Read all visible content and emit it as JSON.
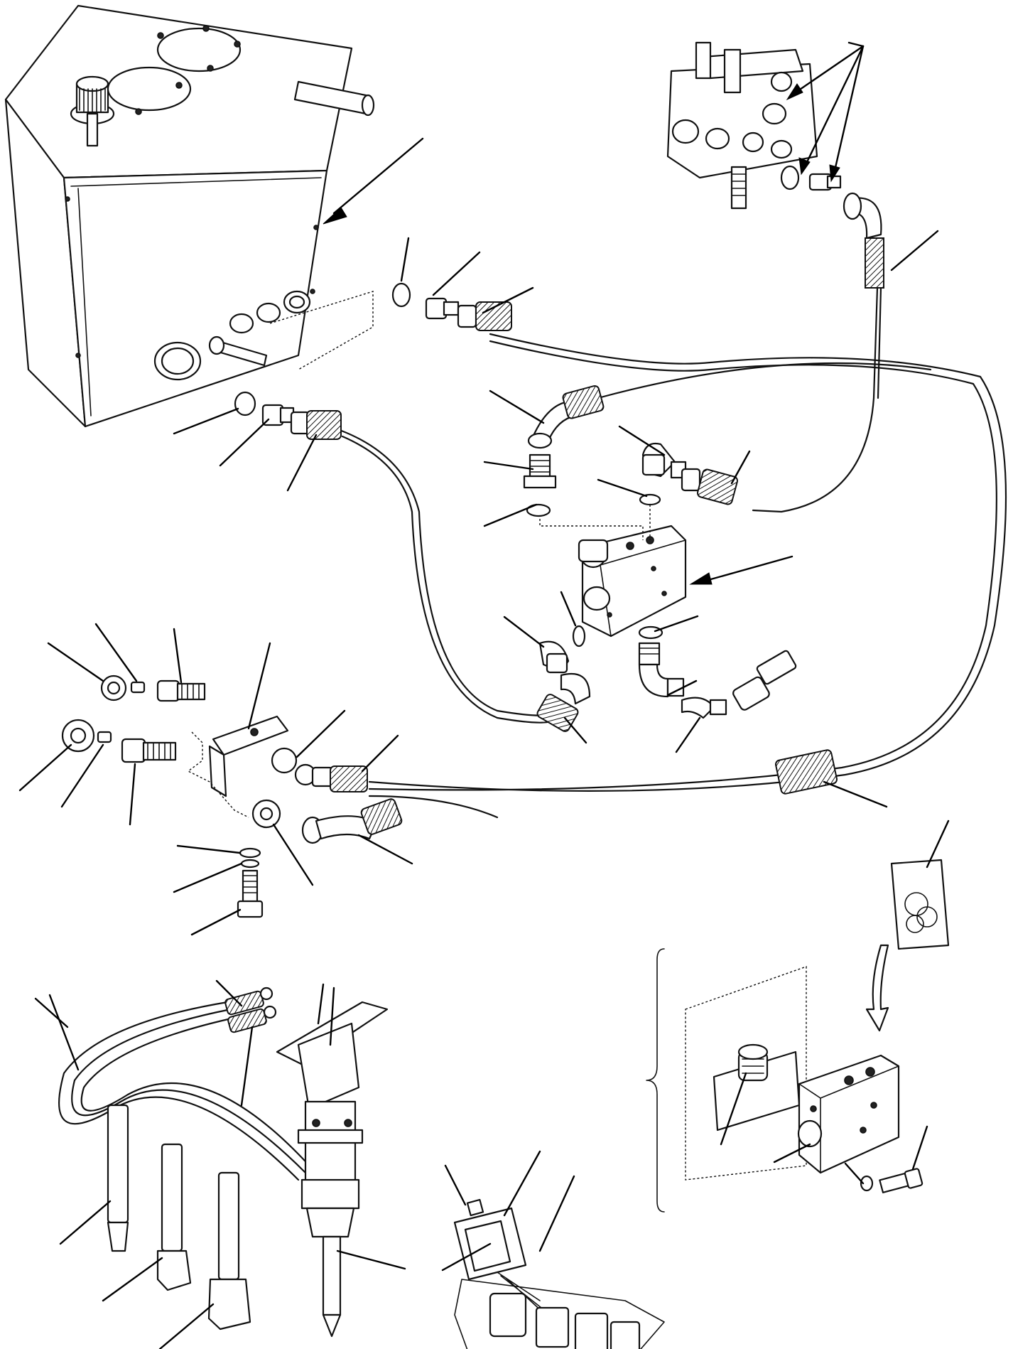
{
  "diagram": {
    "kind": "exploded parts illustration",
    "text_labels": [],
    "components": [
      {
        "name": "hydraulic-oil-tank"
      },
      {
        "name": "control-valve-bank"
      },
      {
        "name": "selector-valve-block"
      },
      {
        "name": "mounting-bracket"
      },
      {
        "name": "hydraulic-breaker-hammer"
      },
      {
        "name": "breaker-hose-pair"
      },
      {
        "name": "chisel-tools"
      },
      {
        "name": "electric-switch"
      },
      {
        "name": "solenoid-valve-detail"
      },
      {
        "name": "seal-kit"
      }
    ]
  }
}
